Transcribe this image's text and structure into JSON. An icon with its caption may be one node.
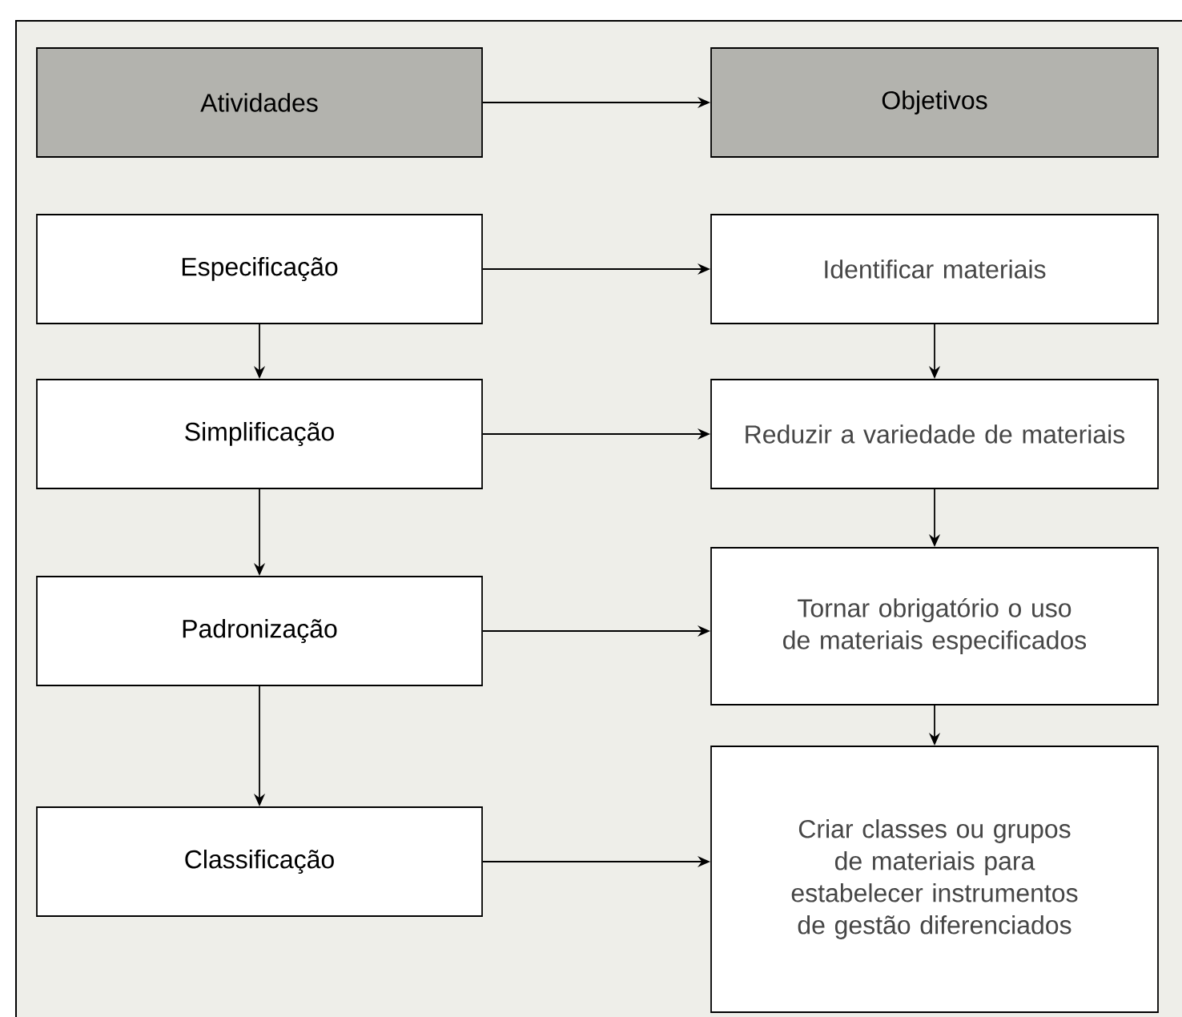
{
  "diagram": {
    "nodes": [
      {
        "text": [
          "Atividades"
        ]
      },
      {
        "text": [
          "Objetivos"
        ]
      },
      {
        "text": [
          "Especificação"
        ]
      },
      {
        "text": [
          "Identificar materiais"
        ]
      },
      {
        "text": [
          "Simplificação"
        ]
      },
      {
        "text": [
          "Reduzir a variedade de materiais"
        ]
      },
      {
        "text": [
          "Padronização"
        ]
      },
      {
        "text": [
          "Tornar obrigatório o uso de materiais especificados"
        ]
      },
      {
        "text": [
          "Classificação"
        ]
      },
      {
        "text": [
          "Criar classes ou grupos de materiais para estabelecer instrumentos de gestão diferenciados"
        ]
      }
    ],
    "edges": [
      {
        "from": 0,
        "to": 1,
        "arrow": "to"
      },
      {
        "from": 2,
        "to": 3,
        "arrow": "to"
      },
      {
        "from": 2,
        "to": 4,
        "arrow": "to"
      },
      {
        "from": 3,
        "to": 5,
        "arrow": "to"
      },
      {
        "from": 4,
        "to": 5,
        "arrow": "to"
      },
      {
        "from": 4,
        "to": 6,
        "arrow": "to"
      },
      {
        "from": 5,
        "to": 7,
        "arrow": "to"
      },
      {
        "from": 6,
        "to": 7,
        "arrow": "to"
      },
      {
        "from": 6,
        "to": 8,
        "arrow": "to"
      },
      {
        "from": 7,
        "to": 9,
        "arrow": "to"
      },
      {
        "from": 8,
        "to": 9,
        "arrow": "to"
      }
    ]
  }
}
